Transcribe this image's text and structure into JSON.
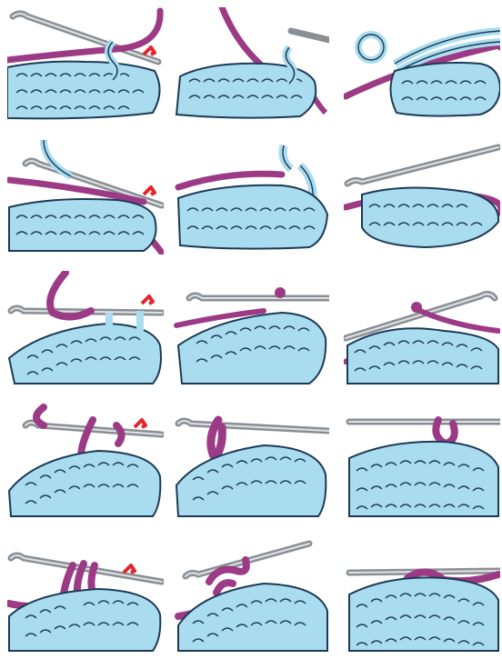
{
  "colors": {
    "fabric": "#a9dcef",
    "fabric_stroke": "#1c3a57",
    "yarn": "#9c3a86",
    "hook_body": "#b8bcc0",
    "hook_highlight": "#e6e8ea",
    "marker": "#e5242b",
    "background": "#ffffff"
  },
  "panels": [
    {
      "id": 1,
      "hook_icon": "crochet-hook",
      "yarn_icon": "working-yarn",
      "marker": true
    },
    {
      "id": 2,
      "hook_icon": "crochet-hook",
      "yarn_icon": "working-yarn",
      "marker": false
    },
    {
      "id": 3,
      "hook_icon": "crochet-hook",
      "yarn_icon": "working-yarn",
      "marker": false
    },
    {
      "id": 4,
      "hook_icon": "crochet-hook",
      "yarn_icon": "working-yarn",
      "marker": true
    },
    {
      "id": 5,
      "hook_icon": "none",
      "yarn_icon": "working-yarn",
      "marker": false
    },
    {
      "id": 6,
      "hook_icon": "crochet-hook",
      "yarn_icon": "working-yarn",
      "marker": false
    },
    {
      "id": 7,
      "hook_icon": "crochet-hook",
      "yarn_icon": "working-yarn",
      "marker": true
    },
    {
      "id": 8,
      "hook_icon": "crochet-hook",
      "yarn_icon": "working-yarn",
      "marker": false
    },
    {
      "id": 9,
      "hook_icon": "crochet-hook",
      "yarn_icon": "working-yarn",
      "marker": false
    },
    {
      "id": 10,
      "hook_icon": "crochet-hook",
      "yarn_icon": "working-yarn",
      "marker": true
    },
    {
      "id": 11,
      "hook_icon": "crochet-hook",
      "yarn_icon": "working-yarn",
      "marker": false
    },
    {
      "id": 12,
      "hook_icon": "crochet-hook",
      "yarn_icon": "working-yarn",
      "marker": false
    },
    {
      "id": 13,
      "hook_icon": "crochet-hook",
      "yarn_icon": "working-yarn",
      "marker": true
    },
    {
      "id": 14,
      "hook_icon": "crochet-hook",
      "yarn_icon": "working-yarn",
      "marker": false
    },
    {
      "id": 15,
      "hook_icon": "crochet-hook",
      "yarn_icon": "working-yarn",
      "marker": false
    }
  ]
}
